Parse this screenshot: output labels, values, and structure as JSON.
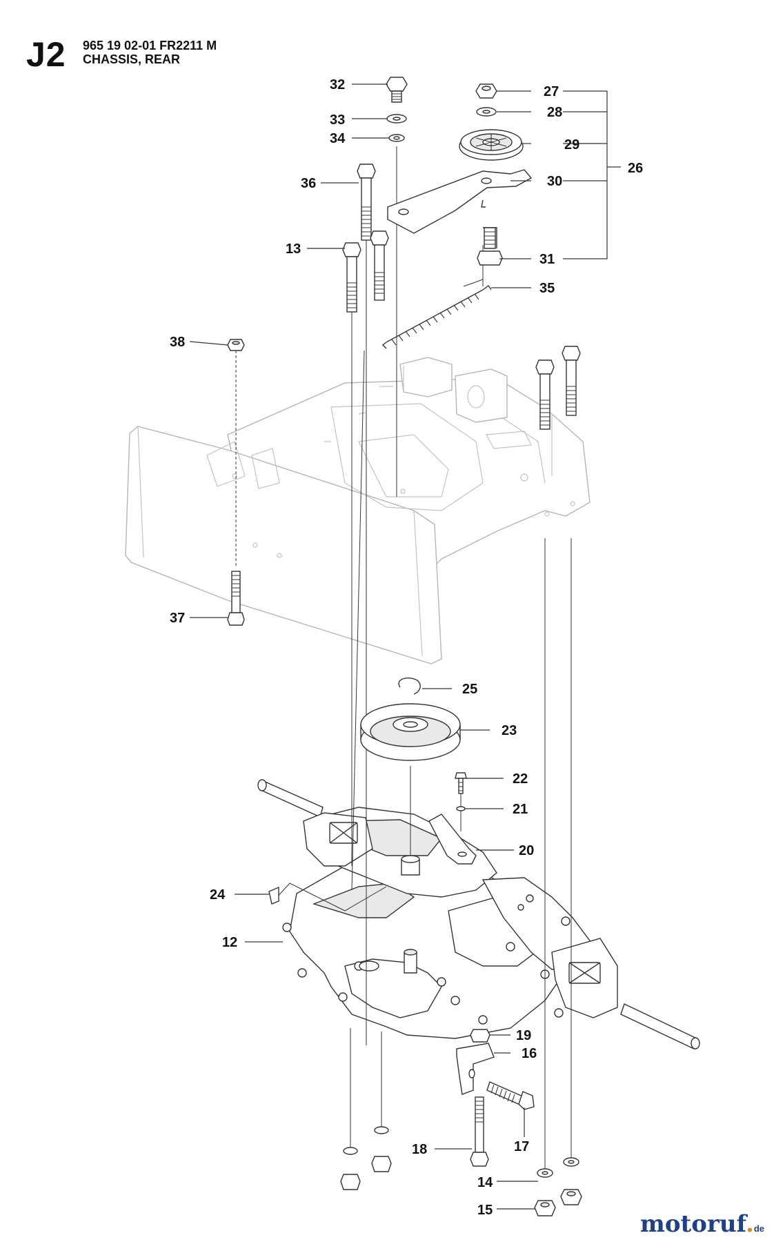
{
  "header": {
    "page_code": "J2",
    "model_line": "965 19 02-01 FR2211 M",
    "section": "CHASSIS, REAR"
  },
  "watermark": {
    "brand": "motoruf",
    "domain_suffix": "de"
  },
  "callouts": [
    {
      "id": "c32",
      "label": "32"
    },
    {
      "id": "c33",
      "label": "33"
    },
    {
      "id": "c34",
      "label": "34"
    },
    {
      "id": "c36",
      "label": "36"
    },
    {
      "id": "c13",
      "label": "13"
    },
    {
      "id": "c38",
      "label": "38"
    },
    {
      "id": "c37",
      "label": "37"
    },
    {
      "id": "c27",
      "label": "27"
    },
    {
      "id": "c28",
      "label": "28"
    },
    {
      "id": "c29",
      "label": "29"
    },
    {
      "id": "c26",
      "label": "26"
    },
    {
      "id": "c30",
      "label": "30"
    },
    {
      "id": "c31",
      "label": "31"
    },
    {
      "id": "c35",
      "label": "35"
    },
    {
      "id": "c25",
      "label": "25"
    },
    {
      "id": "c23",
      "label": "23"
    },
    {
      "id": "c22",
      "label": "22"
    },
    {
      "id": "c21",
      "label": "21"
    },
    {
      "id": "c20",
      "label": "20"
    },
    {
      "id": "c24",
      "label": "24"
    },
    {
      "id": "c12",
      "label": "12"
    },
    {
      "id": "c19",
      "label": "19"
    },
    {
      "id": "c16",
      "label": "16"
    },
    {
      "id": "c17",
      "label": "17"
    },
    {
      "id": "c18",
      "label": "18"
    },
    {
      "id": "c14",
      "label": "14"
    },
    {
      "id": "c15",
      "label": "15"
    }
  ]
}
